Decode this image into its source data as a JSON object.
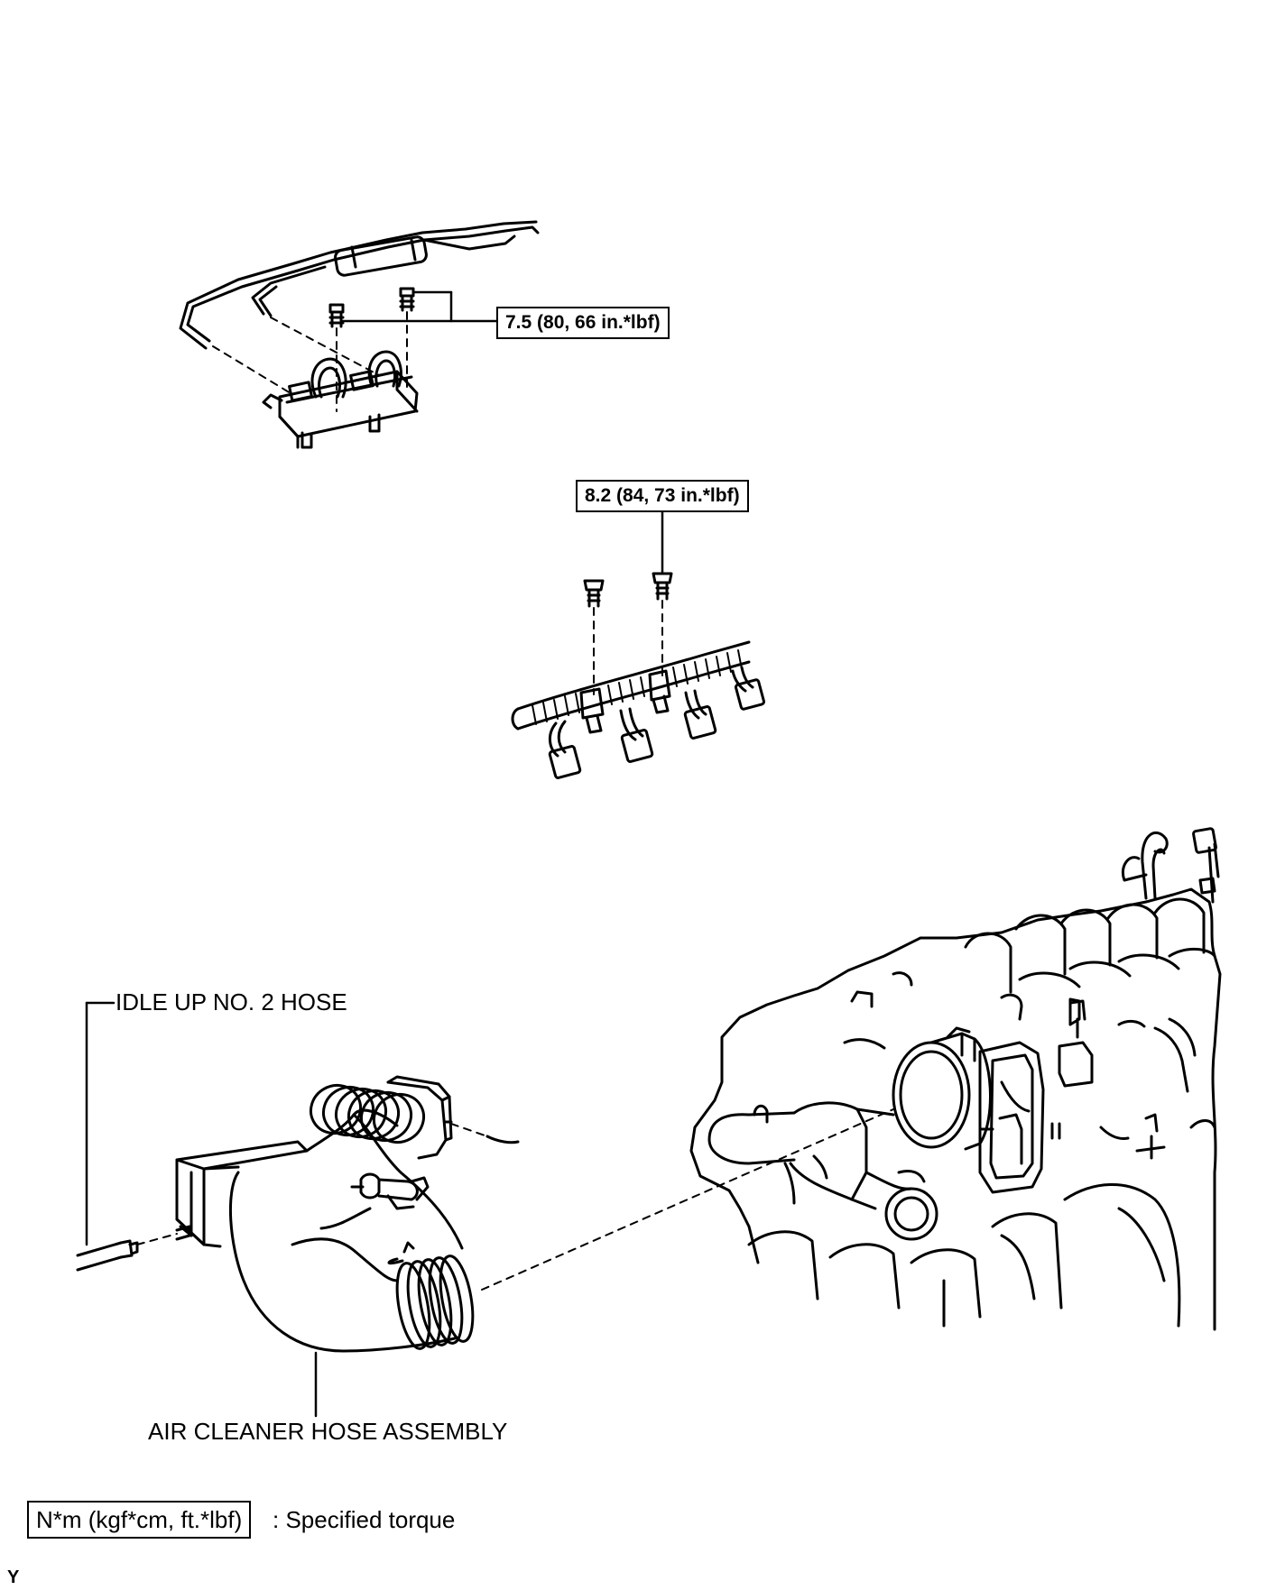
{
  "callouts": {
    "torque_1": "7.5 (80, 66 in.*lbf)",
    "torque_2": "8.2 (84, 73 in.*lbf)"
  },
  "labels": {
    "idle_up_hose": "IDLE UP NO. 2 HOSE",
    "air_cleaner_hose": "AIR CLEANER HOSE ASSEMBLY"
  },
  "legend": {
    "unit_box": "N*m (kgf*cm, ft.*lbf)",
    "description": ": Specified torque"
  },
  "corner_code": "Y"
}
